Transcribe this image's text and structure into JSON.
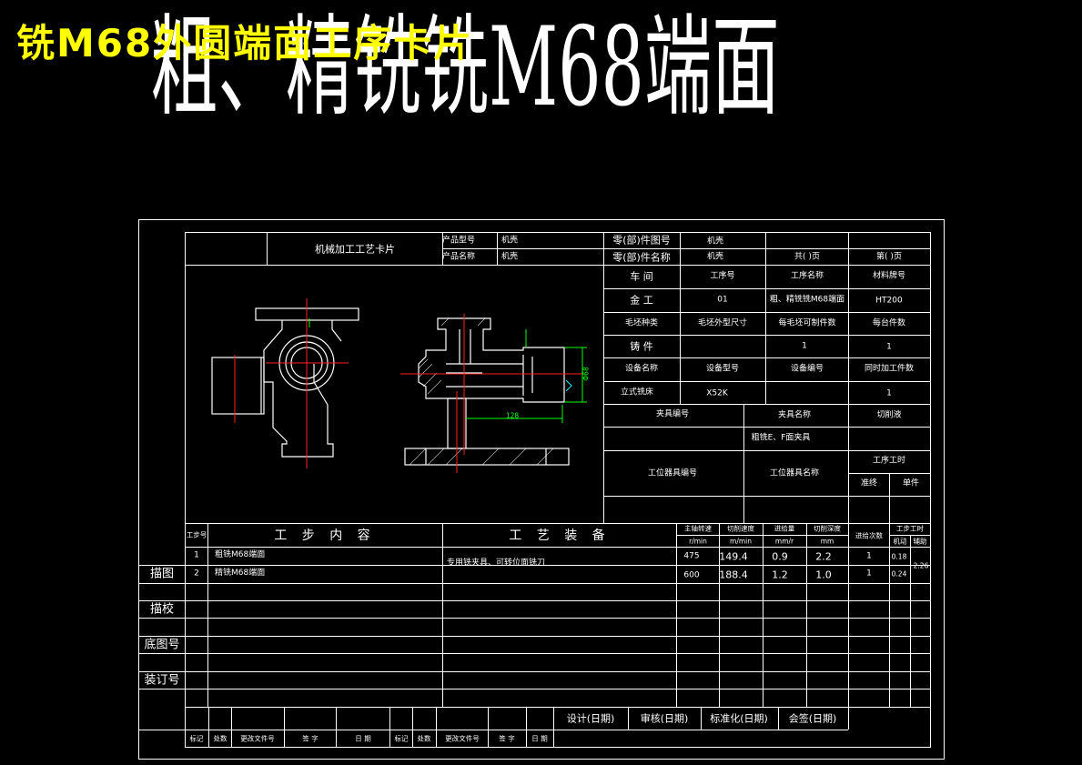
{
  "titles": {
    "yellow": "铣M68外圆端面工序卡片",
    "big": "粗、精铣铣M68端面"
  },
  "card": {
    "name": "机械加工工艺卡片",
    "product_model_label": "产品型号",
    "product_model": "机壳",
    "product_name_label": "产品名称",
    "product_name": "机壳",
    "part_no_label": "零(部)件图号",
    "part_no": "机壳",
    "part_name_label": "零(部)件名称",
    "part_name": "机壳",
    "total_pages": "共( )页",
    "page_no": "第( )页"
  },
  "info": {
    "workshop_label": "车  间",
    "op_no_label": "工序号",
    "op_name_label": "工序名称",
    "material_label": "材料牌号",
    "workshop": "金  工",
    "op_no": "01",
    "op_name": "粗、精铣铣M68端面",
    "material": "HT200",
    "blank_type_label": "毛坯种类",
    "blank_size_label": "毛坯外型尺寸",
    "per_blank_label": "每毛坯可制件数",
    "per_unit_label": "每台件数",
    "blank_type": "铸  件",
    "per_blank": "1",
    "per_unit": "1",
    "equip_name_label": "设备名称",
    "equip_model_label": "设备型号",
    "equip_no_label": "设备编号",
    "simul_label": "同时加工件数",
    "equip_name": "立式铣床",
    "equip_model": "X52K",
    "simul": "1",
    "fixture_no_label": "夹具编号",
    "fixture_name_label": "夹具名称",
    "coolant_label": "切削液",
    "fixture_name": "粗铣E、F面夹具",
    "station_no_label": "工位器具编号",
    "station_name_label": "工位器具名称",
    "op_time_label": "工序工时",
    "prep_label": "准终",
    "unit_label": "单件"
  },
  "dims": {
    "length": "128",
    "dia": "Φ68"
  },
  "steps": {
    "no_label": "工步号",
    "content_label": "工 步 内 容",
    "equip_label": "工 艺 装 备",
    "speed_label": "主轴转速",
    "speed_unit": "r/min",
    "cut_speed_label": "切削速度",
    "cut_speed_unit": "m/min",
    "feed_label": "进给量",
    "feed_unit": "mm/r",
    "depth_label": "切削深度",
    "depth_unit": "mm",
    "passes_label": "进给次数",
    "time_label": "工步工时",
    "machine_time_label": "机动",
    "aux_time_label": "辅助",
    "equipment": "专用铣夹具、可转位面铣刀",
    "aux_total": "2.26",
    "rows": [
      {
        "no": "1",
        "content": "粗铣M68端面",
        "speed": "475",
        "cut_speed": "149.4",
        "feed": "0.9",
        "depth": "2.2",
        "passes": "1",
        "time": "0.18"
      },
      {
        "no": "2",
        "content": "精铣M68端面",
        "speed": "600",
        "cut_speed": "188.4",
        "feed": "1.2",
        "depth": "1.0",
        "passes": "1",
        "time": "0.24"
      }
    ]
  },
  "side": {
    "trace": "描图",
    "check": "描校",
    "base_no": "底图号",
    "binding_no": "装订号"
  },
  "sign": {
    "design": "设计(日期)",
    "review": "审核(日期)",
    "standard": "标准化(日期)",
    "approve": "会签(日期)",
    "mark": "标记",
    "count": "处数",
    "doc_no": "更改文件号",
    "signature": "签  字",
    "date": "日  期"
  }
}
